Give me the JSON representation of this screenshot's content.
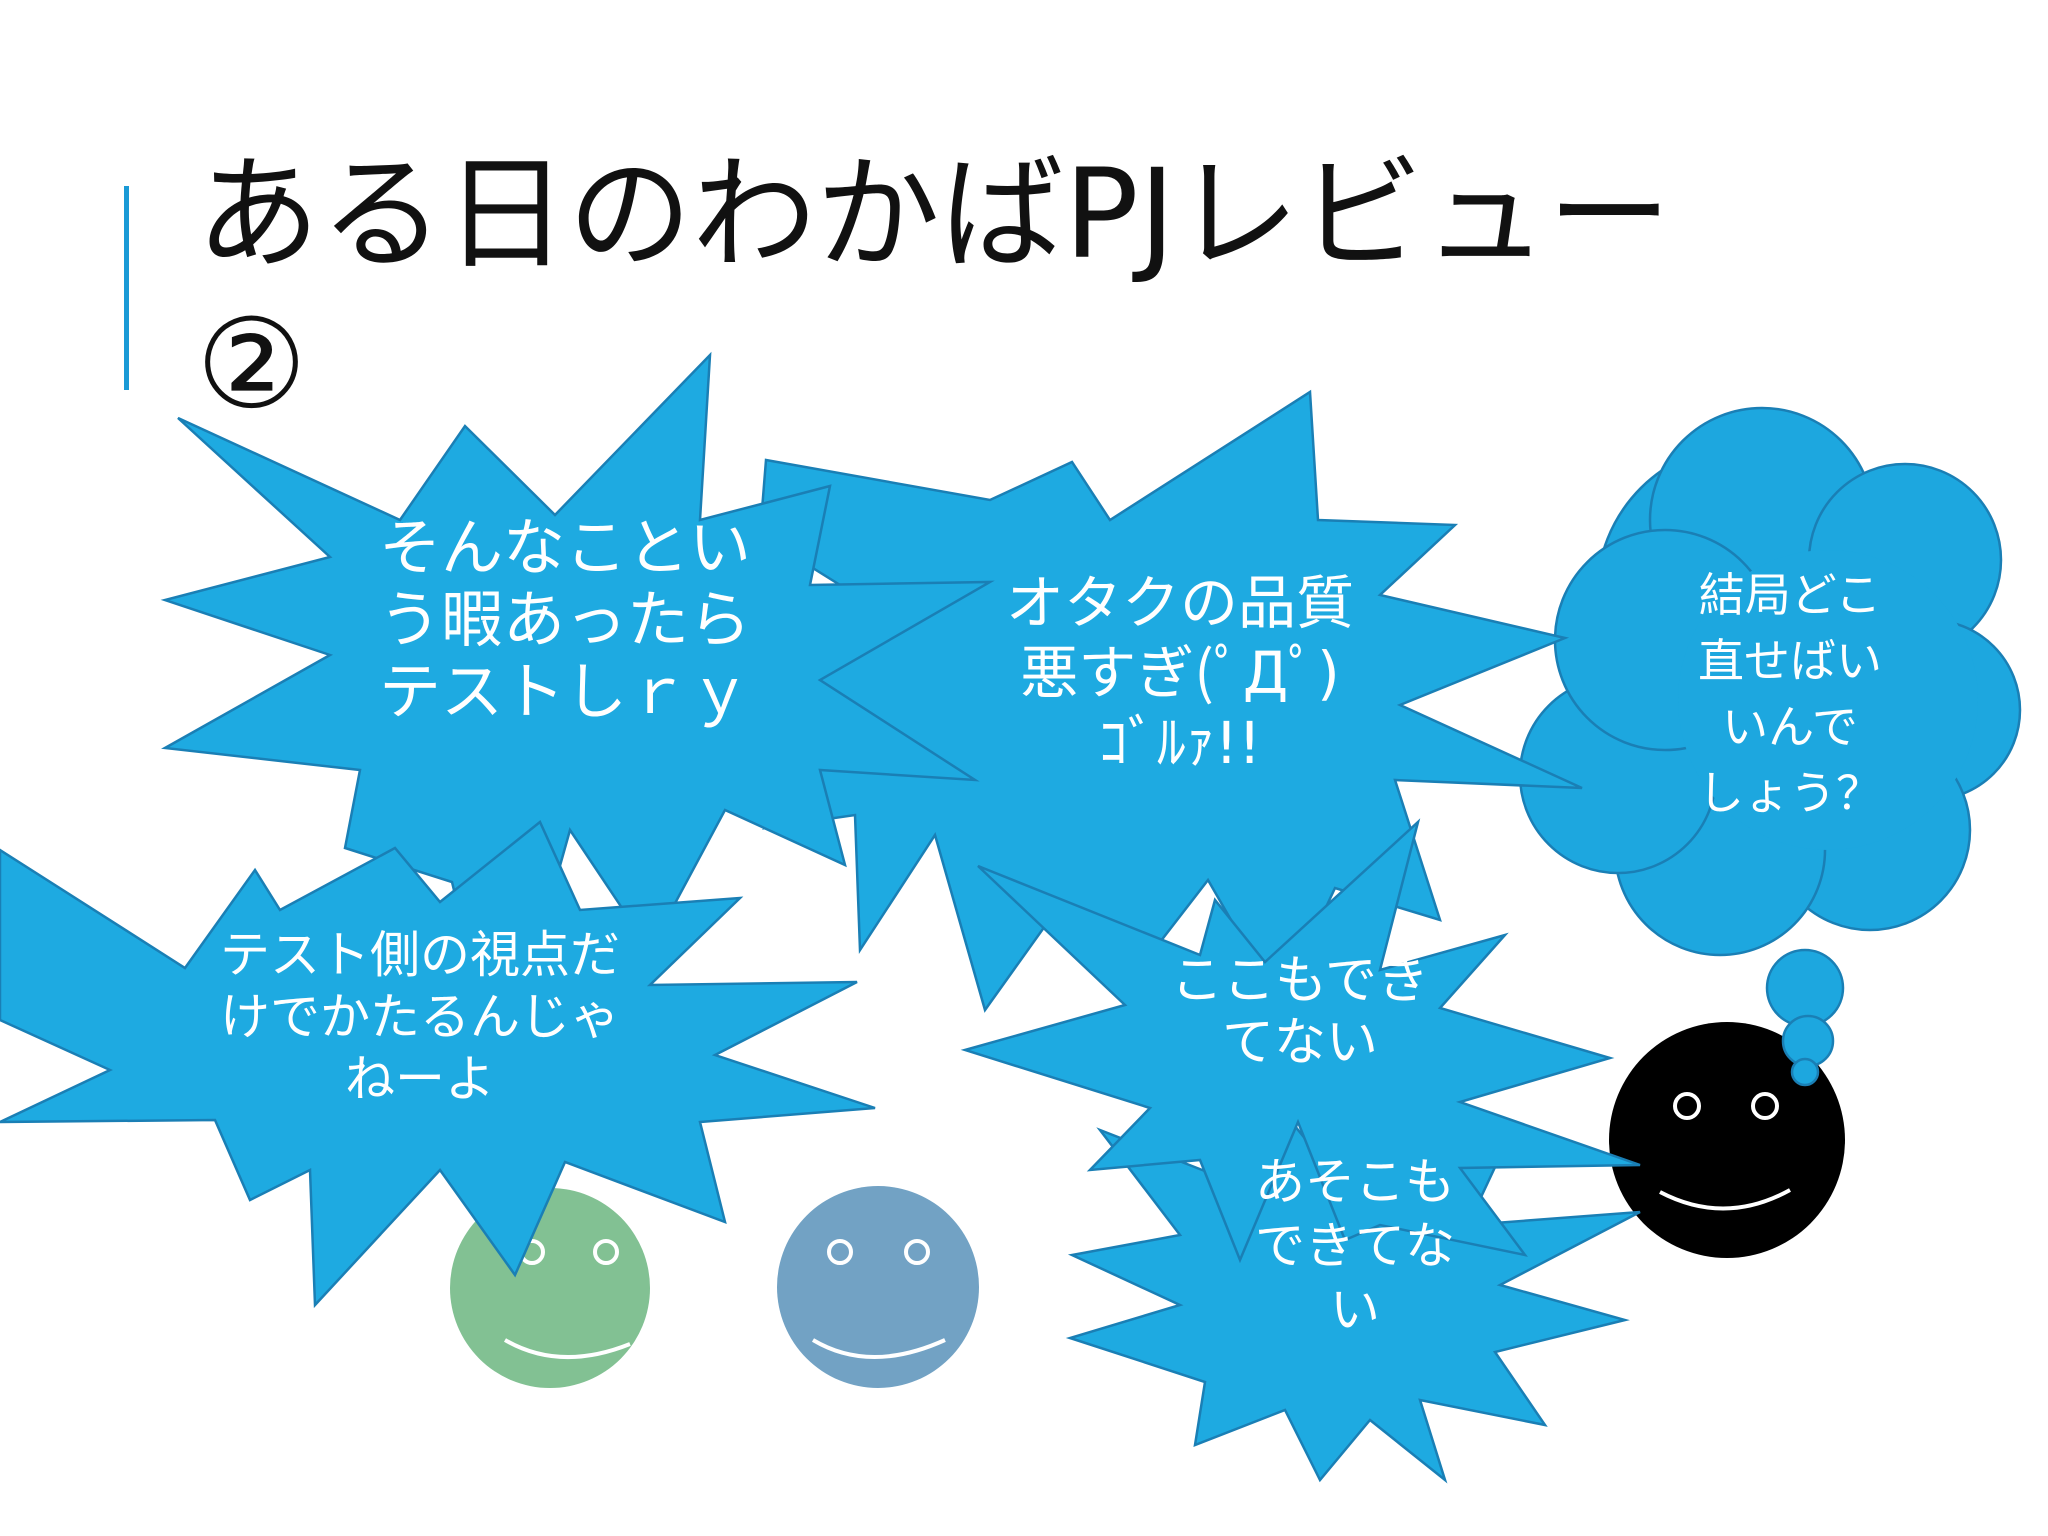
{
  "slide": {
    "title_line1": "ある日のわかばPJレビュー",
    "title_line2": "②"
  },
  "bubbles": {
    "burst_top_left": [
      "そんなことい",
      "う暇あったら",
      "テストしｒｙ"
    ],
    "burst_top_center": [
      "オタクの品質",
      "悪すぎ(ﾟДﾟ)",
      "ｺﾞﾙｧ!!"
    ],
    "burst_mid_left": [
      "テスト側の視点だ",
      "けでかたるんじゃ",
      "ねーよ"
    ],
    "burst_mid_right": [
      "ここもでき",
      "てない"
    ],
    "burst_bottom_right": [
      "あそこも",
      "できてな",
      "い"
    ],
    "thought_cloud": [
      "結局どこ",
      "直せばい",
      "いんで",
      "しょう？"
    ]
  },
  "colors": {
    "burst_fill": "#1eaae1",
    "burst_stroke": "#1a7fb5",
    "cloud_fill": "#1da7df",
    "face_green": "#82c193",
    "face_blue": "#72a2c4",
    "face_black": "#000000",
    "accent_bar": "#1a9ad6"
  },
  "icons": [
    "green-smiley-face-icon",
    "blue-smiley-face-icon",
    "black-smiley-face-icon"
  ]
}
